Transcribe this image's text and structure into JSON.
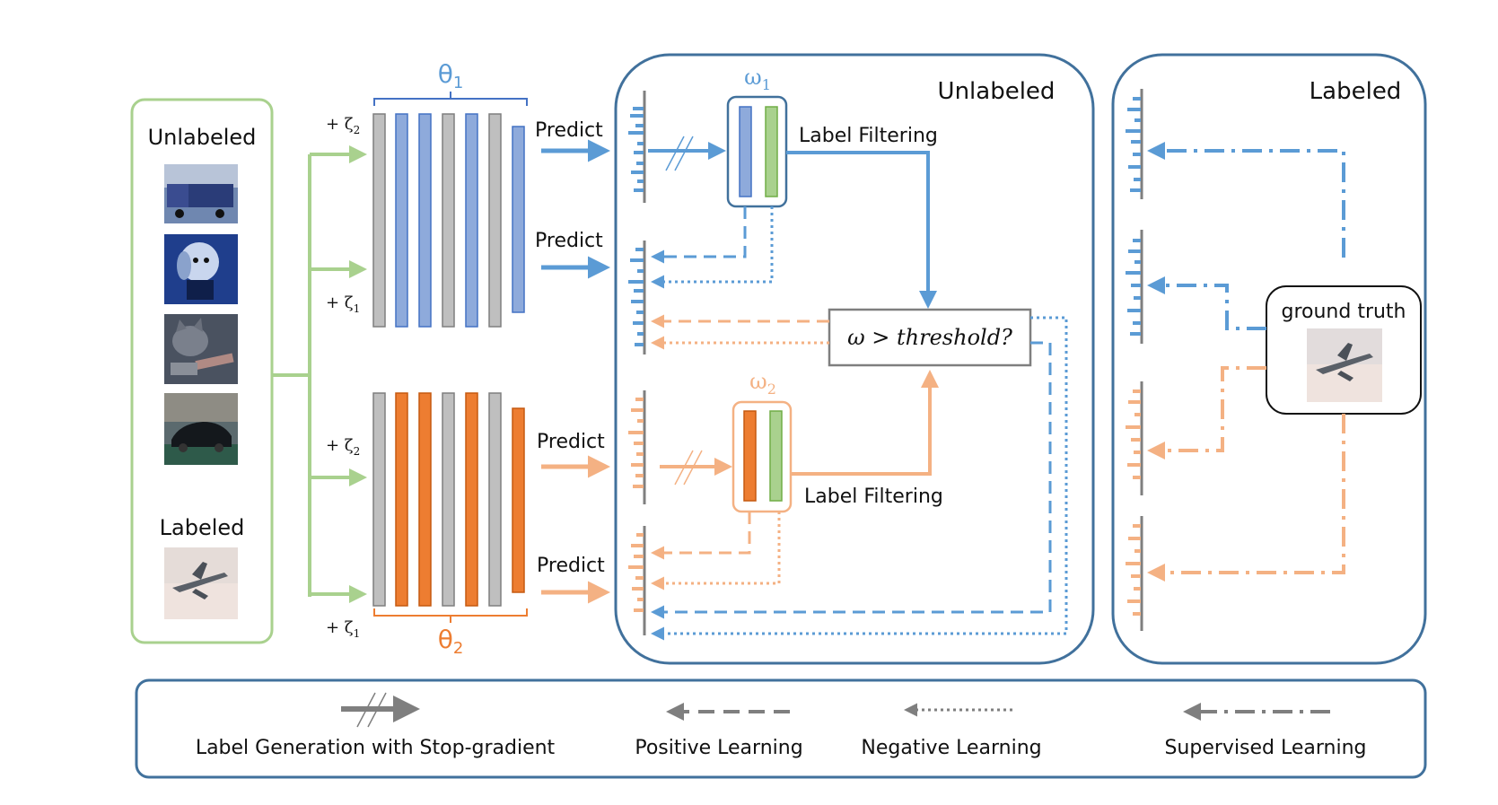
{
  "colors": {
    "blue": "#5b9bd5",
    "blue_fill": "#8eaadb",
    "orange": "#ed7d31",
    "orange_light": "#f4b183",
    "green": "#a9d18e",
    "green_fill": "#a9d18e",
    "gray": "#bfbfbf",
    "frame": "#41719c",
    "arrow_gray": "#7f7f7f",
    "text": "#111111"
  },
  "input_panel": {
    "unlabeled_title": "Unlabeled",
    "labeled_title": "Labeled",
    "image_icons": [
      "truck-image-icon",
      "dog-image-icon",
      "cat-image-icon",
      "car-image-icon",
      "airplane-image-icon"
    ]
  },
  "networks": {
    "theta1": {
      "symbol": "θ",
      "subscript": "1"
    },
    "theta2": {
      "symbol": "θ",
      "subscript": "2"
    },
    "noise_zeta2": "+ ζ",
    "noise_zeta2_sub": "2",
    "noise_zeta1": "+ ζ",
    "noise_zeta1_sub": "1"
  },
  "predict_labels": [
    "Predict",
    "Predict",
    "Predict",
    "Predict"
  ],
  "unlabeled_panel": {
    "title": "Unlabeled",
    "omega1": {
      "symbol": "ω",
      "subscript": "1"
    },
    "omega2": {
      "symbol": "ω",
      "subscript": "2"
    },
    "label_filtering_1": "Label Filtering",
    "label_filtering_2": "Label Filtering",
    "threshold_text": "ω > threshold?"
  },
  "labeled_panel": {
    "title": "Labeled",
    "ground_truth": "ground truth"
  },
  "legend": {
    "items": [
      {
        "label": "Label Generation with Stop-gradient",
        "icon": "stop-gradient-arrow-icon"
      },
      {
        "label": "Positive Learning",
        "icon": "dashed-arrow-icon"
      },
      {
        "label": "Negative Learning",
        "icon": "dotted-arrow-icon"
      },
      {
        "label": "Supervised Learning",
        "icon": "dash-dot-arrow-icon"
      }
    ]
  }
}
